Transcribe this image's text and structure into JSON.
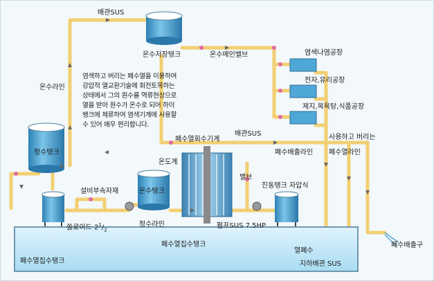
{
  "labels": {
    "pipe_sus_top": "배관SUS",
    "hot_storage_tank": "온수저장탱크",
    "hot_main_valve": "온수메인밸브",
    "dye_factory": "염색나염공장",
    "electronics_factory": "전자,유리공장",
    "paper_factory": "제지,목욕탕,식품공장",
    "hot_water_line": "온수라인",
    "clean_tank": "정수탱크",
    "heat_recovery": "폐수열회수기계",
    "pipe_sus_mid": "배관SUS",
    "use_and_discard": "사용하고 버리는",
    "drain_line": "폐수배출라인",
    "waste_heat_line": "폐수열라인",
    "thermometer": "온도계",
    "hot_tank": "온수탱크",
    "valve": "밸브",
    "equipment_material": "설비부속자재",
    "solenoid": "쏠로이드 2",
    "solenoid_sup": "1",
    "solenoid_sub": "2",
    "clean_line": "정수라인",
    "pump": "펌프SUS 7.5HP",
    "vibration_tank": "진동탱크 자압식",
    "waste_collection_pool": "폐수열집수탱크",
    "waste_collection_tank": "폐수열집수탱크",
    "heat_water": "열폐수",
    "underground_pipe": "지하배관 SUS",
    "waste_outlet": "폐수배출구"
  },
  "description": [
    "염색하고 버리는 폐수열을 이용하여",
    "강압적  열교환기술에 회전토목하는",
    "상태에서  그의 원수를 역류현상으로",
    "열을 받아 원수가 온수로 되어 하이",
    "뱅크에 체류하여 염색기계에 사용할",
    "수 있어 매우 편리합니다."
  ],
  "colors": {
    "pipe": "#f2cf72",
    "pipe_edge": "#d9a94a",
    "tank": "#4ea7d6",
    "tank_top": "#ffffff",
    "pool": "#bfe6f6",
    "heat_exchanger": "#5aa5cf",
    "valve": "#e26aa3",
    "arrow": "#666666"
  }
}
